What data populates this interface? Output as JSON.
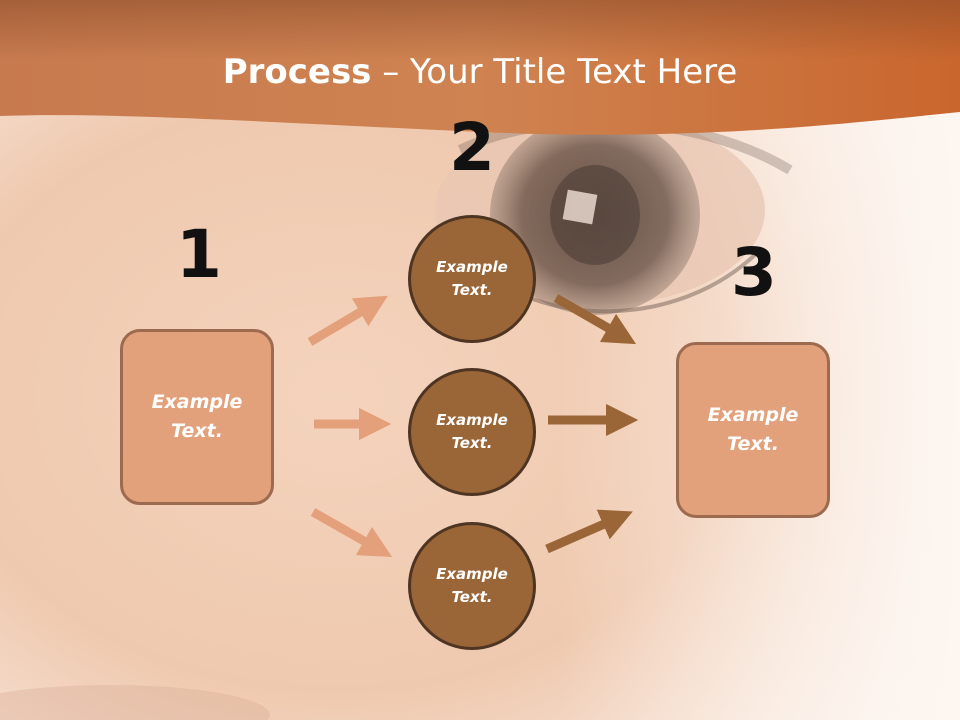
{
  "title": {
    "bold": "Process",
    "rest": " – Your Title Text Here"
  },
  "steps": {
    "one": "1",
    "two": "2",
    "three": "3"
  },
  "nodes": {
    "left_box": "Example\nText.",
    "circle_top": "Example\nText.",
    "circle_mid": "Example\nText.",
    "circle_bottom": "Example\nText.",
    "right_box": "Example\nText."
  },
  "colors": {
    "header": "#c96f3a",
    "box_fill": "#e2a17b",
    "box_border": "#9c6a4f",
    "circle_fill": "#9b6637",
    "circle_border": "#4e3422",
    "arrow_light": "#e3a07a",
    "arrow_dark": "#9b6637"
  }
}
